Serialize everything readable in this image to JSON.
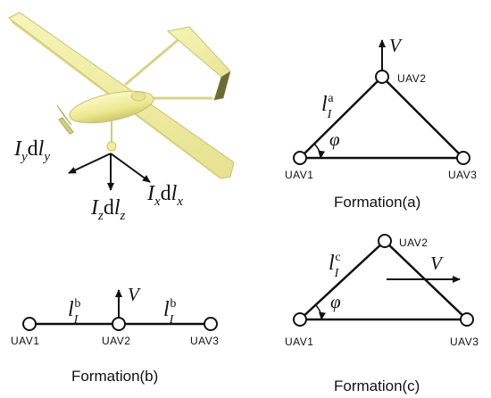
{
  "aircraft": {
    "axis_x": {
      "a": "I",
      "as": "x",
      "b": "d",
      "c": "l",
      "cs": "x"
    },
    "axis_y": {
      "a": "I",
      "as": "y",
      "b": "d",
      "c": "l",
      "cs": "y"
    },
    "axis_z": {
      "a": "I",
      "as": "z",
      "b": "d",
      "c": "l",
      "cs": "z"
    },
    "colors": {
      "body": "#f2f0a0",
      "edge": "#c8c070",
      "dark": "#6b6b3a"
    }
  },
  "formation_a": {
    "caption": "Formation(a)",
    "nodes": [
      "UAV1",
      "UAV2",
      "UAV3"
    ],
    "velocity": "V",
    "length": {
      "base": "l",
      "sub": "I",
      "sup": "a"
    },
    "angle": "φ"
  },
  "formation_b": {
    "caption": "Formation(b)",
    "nodes": [
      "UAV1",
      "UAV2",
      "UAV3"
    ],
    "velocity": "V",
    "length_left": {
      "base": "l",
      "sub": "I",
      "sup": "b"
    },
    "length_right": {
      "base": "l",
      "sub": "I",
      "sup": "b"
    }
  },
  "formation_c": {
    "caption": "Formation(c)",
    "nodes": [
      "UAV1",
      "UAV2",
      "UAV3"
    ],
    "velocity": "V",
    "length": {
      "base": "l",
      "sub": "I",
      "sup": "c"
    },
    "angle": "φ"
  }
}
